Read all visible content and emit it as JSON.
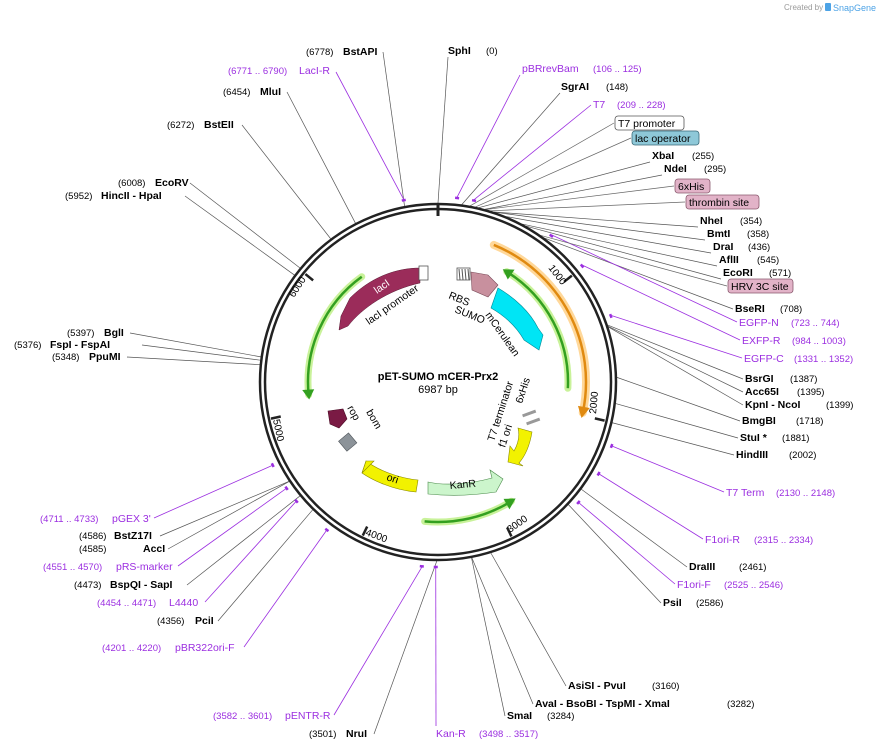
{
  "credit": {
    "prefix": "Created by",
    "brand": "SnapGene"
  },
  "plasmid": {
    "name": "pET-SUMO mCER-Prx2",
    "size_label": "6987 bp",
    "length_bp": 6987
  },
  "tick_labels": [
    "1000",
    "2000",
    "3000",
    "4000",
    "5000",
    "6000"
  ],
  "enzymes": [
    {
      "id": "sphi",
      "name": "SphI",
      "pos": "(0)",
      "bp": 0
    },
    {
      "id": "sgrai",
      "name": "SgrAI",
      "pos": "(148)",
      "bp": 148
    },
    {
      "id": "xbai",
      "name": "XbaI",
      "pos": "(255)",
      "bp": 255
    },
    {
      "id": "ndei",
      "name": "NdeI",
      "pos": "(295)",
      "bp": 295
    },
    {
      "id": "nhei",
      "name": "NheI",
      "pos": "(354)",
      "bp": 354
    },
    {
      "id": "bmti",
      "name": "BmtI",
      "pos": "(358)",
      "bp": 358
    },
    {
      "id": "drai",
      "name": "DraI",
      "pos": "(436)",
      "bp": 436
    },
    {
      "id": "aflii",
      "name": "AflII",
      "pos": "(545)",
      "bp": 545
    },
    {
      "id": "ecori",
      "name": "EcoRI",
      "pos": "(571)",
      "bp": 571
    },
    {
      "id": "beseri",
      "name": "BseRI",
      "pos": "(708)",
      "bp": 708
    },
    {
      "id": "bsrgi",
      "name": "BsrGI",
      "pos": "(1387)",
      "bp": 1387
    },
    {
      "id": "acc65i",
      "name": "Acc65I",
      "pos": "(1395)",
      "bp": 1395
    },
    {
      "id": "kpni",
      "name": "KpnI  - NcoI",
      "pos": "(1399)",
      "bp": 1399
    },
    {
      "id": "bmgbi",
      "name": "BmgBI",
      "pos": "(1718)",
      "bp": 1718
    },
    {
      "id": "stui",
      "name": "StuI *",
      "pos": "(1881)",
      "bp": 1881
    },
    {
      "id": "hindiii",
      "name": "HindIII",
      "pos": "(2002)",
      "bp": 2002
    },
    {
      "id": "draiii",
      "name": "DraIII",
      "pos": "(2461)",
      "bp": 2461
    },
    {
      "id": "psii",
      "name": "PsiI",
      "pos": "(2586)",
      "bp": 2586
    },
    {
      "id": "asisi",
      "name": "AsiSI  - PvuI",
      "pos": "(3160)",
      "bp": 3160
    },
    {
      "id": "avai",
      "name": "AvaI  - BsoBI  - TspMI  - XmaI",
      "pos": "(3282)",
      "bp": 3282
    },
    {
      "id": "smai",
      "name": "SmaI",
      "pos": "(3284)",
      "bp": 3284
    },
    {
      "id": "nrui",
      "name": "NruI",
      "pos": "(3501)",
      "bp": 3501
    },
    {
      "id": "pcii",
      "name": "PciI",
      "pos": "(4356)",
      "bp": 4356
    },
    {
      "id": "bspqi",
      "name": "BspQI  - SapI",
      "pos": "(4473)",
      "bp": 4473
    },
    {
      "id": "acci",
      "name": "AccI",
      "pos": "(4585)",
      "bp": 4585
    },
    {
      "id": "bstz17i",
      "name": "BstZ17I",
      "pos": "(4586)",
      "bp": 4586
    },
    {
      "id": "ppumi",
      "name": "PpuMI",
      "pos": "(5348)",
      "bp": 5348
    },
    {
      "id": "fspi",
      "name": "FspI  - FspAI",
      "pos": "(5376)",
      "bp": 5376
    },
    {
      "id": "bgli",
      "name": "BglI",
      "pos": "(5397)",
      "bp": 5397
    },
    {
      "id": "hincii",
      "name": "HincII  - HpaI",
      "pos": "(5952)",
      "bp": 5952
    },
    {
      "id": "ecorv",
      "name": "EcoRV",
      "pos": "(6008)",
      "bp": 6008
    },
    {
      "id": "bsteii",
      "name": "BstEII",
      "pos": "(6272)",
      "bp": 6272
    },
    {
      "id": "mlui",
      "name": "MluI",
      "pos": "(6454)",
      "bp": 6454
    },
    {
      "id": "bstapi",
      "name": "BstAPI",
      "pos": "(6778)",
      "bp": 6778
    }
  ],
  "primers": [
    {
      "id": "pbrrevbam",
      "name": "pBRrevBam",
      "range": "(106 .. 125)",
      "bp": 115
    },
    {
      "id": "t7",
      "name": "T7",
      "range": "(209 .. 228)",
      "bp": 218
    },
    {
      "id": "egfp-n",
      "name": "EGFP-N",
      "range": "(723 .. 744)",
      "bp": 733
    },
    {
      "id": "exfp-r",
      "name": "EXFP-R",
      "range": "(984 .. 1003)",
      "bp": 993
    },
    {
      "id": "egfp-c",
      "name": "EGFP-C",
      "range": "(1331 .. 1352)",
      "bp": 1341
    },
    {
      "id": "t7term",
      "name": "T7 Term",
      "range": "(2130 .. 2148)",
      "bp": 2139
    },
    {
      "id": "f1ori-r",
      "name": "F1ori-R",
      "range": "(2315 .. 2334)",
      "bp": 2324
    },
    {
      "id": "f1ori-f",
      "name": "F1ori-F",
      "range": "(2525 .. 2546)",
      "bp": 2535
    },
    {
      "id": "kan-r",
      "name": "Kan-R",
      "range": "(3498 .. 3517)",
      "bp": 3507
    },
    {
      "id": "pentr-r",
      "name": "pENTR-R",
      "range": "(3582 .. 3601)",
      "bp": 3591
    },
    {
      "id": "pbr322ori-f",
      "name": "pBR322ori-F",
      "range": "(4201 .. 4220)",
      "bp": 4210
    },
    {
      "id": "l4440",
      "name": "L4440",
      "range": "(4454 .. 4471)",
      "bp": 4462
    },
    {
      "id": "prs-marker",
      "name": "pRS-marker",
      "range": "(4551 .. 4570)",
      "bp": 4560
    },
    {
      "id": "pgex3",
      "name": "pGEX 3'",
      "range": "(4711 .. 4733)",
      "bp": 4722
    },
    {
      "id": "laci-r",
      "name": "LacI-R",
      "range": "(6771 .. 6790)",
      "bp": 6780
    }
  ],
  "boxed_features": [
    {
      "id": "t7-promoter",
      "name": "T7 promoter",
      "fill": "#ffffff",
      "bp": 200
    },
    {
      "id": "lac-operator",
      "name": "lac operator",
      "fill": "#8ec8d8",
      "bp": 235
    },
    {
      "id": "6xhis",
      "name": "6xHis",
      "fill": "#e2b3c8",
      "bp": 300
    },
    {
      "id": "thrombin-site",
      "name": "thrombin site",
      "fill": "#e2b3c8",
      "bp": 330
    },
    {
      "id": "hrv3c-site",
      "name": "HRV 3C site",
      "fill": "#e2b3c8",
      "bp": 680
    }
  ],
  "inner_features": [
    {
      "id": "laci",
      "name": "lacI",
      "color": "#9b2c5a"
    },
    {
      "id": "laci-promoter",
      "name": "lacI promoter",
      "color": "#ffffff"
    },
    {
      "id": "rbs",
      "name": "RBS",
      "color": "#ffffff"
    },
    {
      "id": "sumo",
      "name": "SUMO",
      "color": "#c8909e"
    },
    {
      "id": "mcerulean",
      "name": "mCerulean",
      "color": "#00e5f5"
    },
    {
      "id": "t7-terminator",
      "name": "T7 terminator",
      "color": "#999999"
    },
    {
      "id": "6xhis-inner",
      "name": "6xHis",
      "color": "#999999"
    },
    {
      "id": "f1-ori",
      "name": "f1 ori",
      "color": "#f2f200"
    },
    {
      "id": "kanr",
      "name": "KanR",
      "color": "#ccf5cc"
    },
    {
      "id": "ori",
      "name": "ori",
      "color": "#f2f200"
    },
    {
      "id": "rop",
      "name": "rop",
      "color": "#7a1a44"
    },
    {
      "id": "bom",
      "name": "bom",
      "color": "#8c9399"
    }
  ],
  "colors": {
    "enzyme": "#000000",
    "primer": "#9b2ee0",
    "orf_arc": "#33a020",
    "orf_glow": "#c9f29a",
    "orange_arc": "#e08a10",
    "orange_glow": "#ffd89a",
    "backbone": "#222222"
  }
}
